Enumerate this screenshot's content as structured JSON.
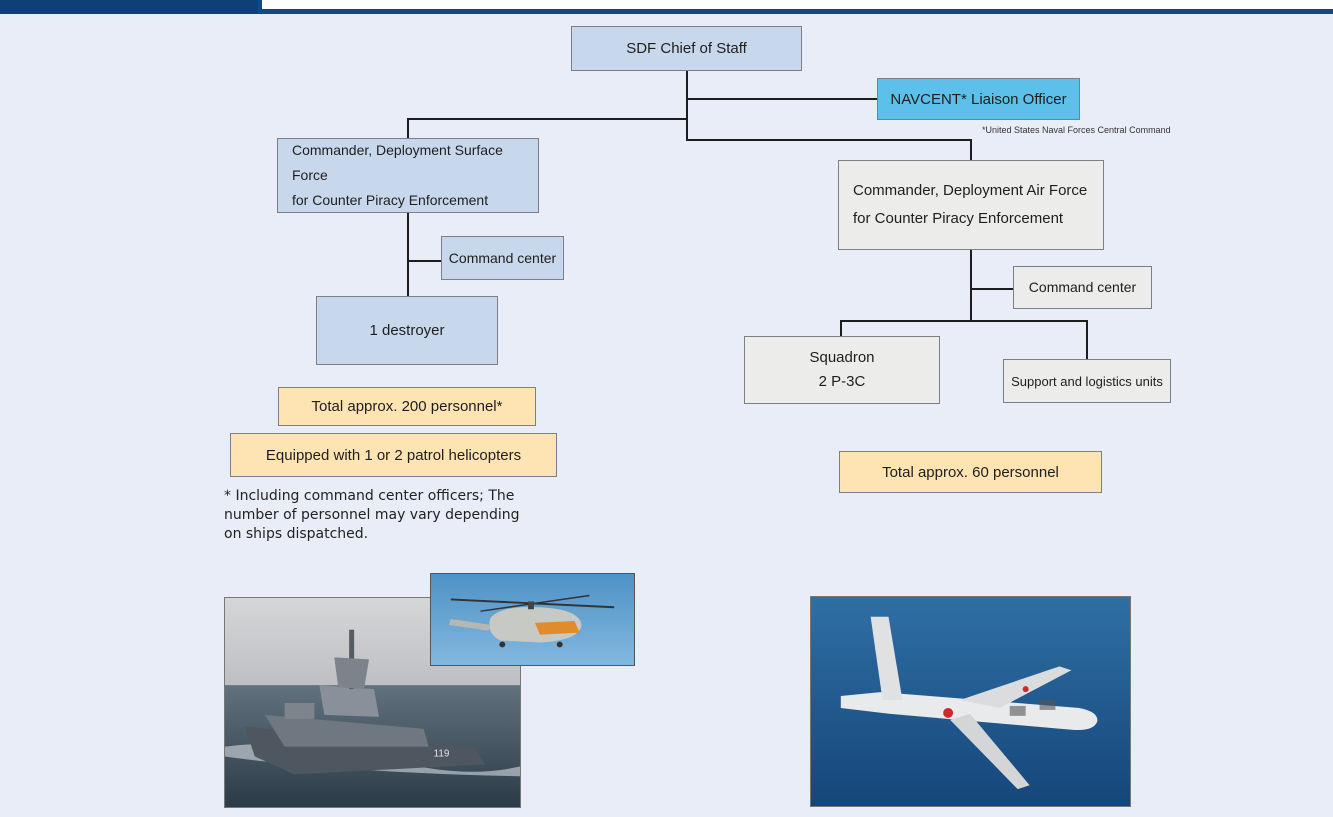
{
  "nodes": {
    "chief_of_staff": "SDF Chief of Staff",
    "liaison_officer": "NAVCENT* Liaison Officer",
    "surface_commander": "Commander, Deployment Surface Force\nfor Counter Piracy Enforcement",
    "surface_command_center": "Command center",
    "destroyer": "1 destroyer",
    "air_commander": "Commander, Deployment Air Force\nfor Counter Piracy Enforcement",
    "air_command_center": "Command center",
    "squadron": "Squadron\n2 P-3C",
    "support_units": "Support and logistics units"
  },
  "notes": {
    "navcent_footnote": "*United States Naval Forces Central Command",
    "surface_total": "Total approx. 200 personnel*",
    "surface_equipment": "Equipped with 1 or 2 patrol helicopters",
    "surface_footnote": "* Including command center officers; The\n   number of personnel may vary depending\n   on ships dispatched.",
    "air_total": "Total approx. 60 personnel"
  },
  "colors": {
    "header_bar": "#114986",
    "node_blue": "#c8d8ec",
    "node_cyan": "#5cc0ea",
    "node_grey": "#ececeb",
    "note_yellow": "#fde4b2",
    "background": "#e9edf7"
  },
  "images": [
    "destroyer-photo",
    "patrol-helicopter-photo",
    "p3c-aircraft-photo"
  ]
}
